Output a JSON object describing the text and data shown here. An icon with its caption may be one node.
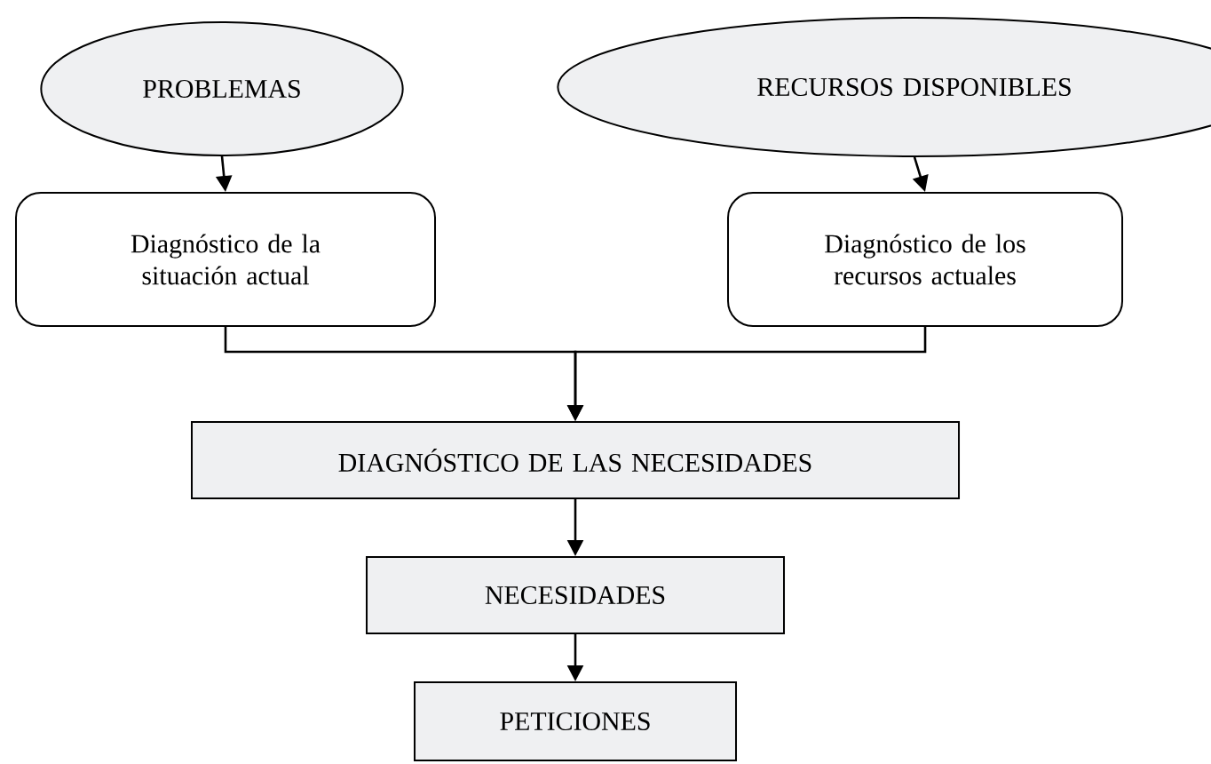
{
  "diagram": {
    "nodes": [
      {
        "text": [
          "PROBLEMAS"
        ]
      },
      {
        "text": [
          "RECURSOS DISPONIBLES"
        ]
      },
      {
        "text": [
          "Diagnóstico de la situación actual"
        ]
      },
      {
        "text": [
          "Diagnóstico de los recursos actuales"
        ]
      },
      {
        "text": [
          "DIAGNÓSTICO DE LAS NECESIDADES"
        ]
      },
      {
        "text": [
          "NECESIDADES"
        ]
      },
      {
        "text": [
          "PETICIONES"
        ]
      }
    ],
    "edges": [
      {
        "from": 0,
        "to": 2,
        "arrow": "to"
      },
      {
        "from": 1,
        "to": 3,
        "arrow": "to"
      },
      {
        "from": 2,
        "to": 4,
        "arrow": "to"
      },
      {
        "from": 3,
        "to": 4,
        "arrow": "to"
      },
      {
        "from": 4,
        "to": 5,
        "arrow": "to"
      },
      {
        "from": 5,
        "to": 6,
        "arrow": "to"
      }
    ]
  }
}
